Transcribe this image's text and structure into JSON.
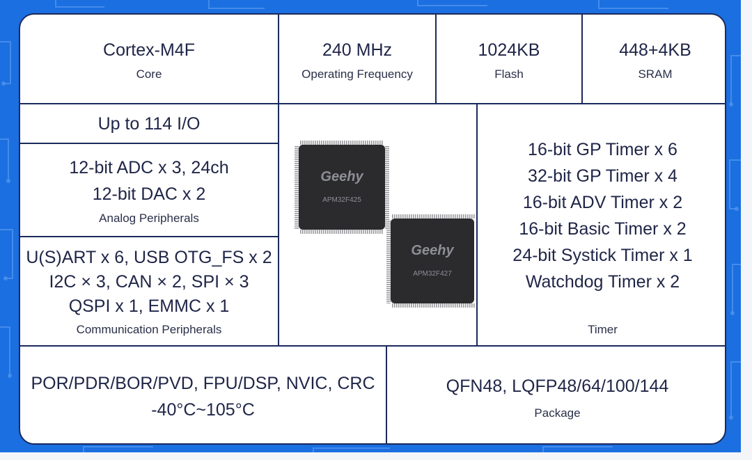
{
  "core": {
    "value": "Cortex-M4F",
    "label": "Core"
  },
  "frequency": {
    "value": "240 MHz",
    "label": "Operating Frequency"
  },
  "flash": {
    "value": "1024KB",
    "label": "Flash"
  },
  "sram": {
    "value": "448+4KB",
    "label": "SRAM"
  },
  "io": {
    "value": "Up to 114 I/O"
  },
  "analog": {
    "lines": [
      "12-bit ADC x 3, 24ch",
      "12-bit DAC x 2"
    ],
    "label": "Analog Peripherals"
  },
  "communication": {
    "lines": [
      "U(S)ART x 6, USB OTG_FS x 2",
      "I2C × 3, CAN × 2, SPI × 3",
      "QSPI x 1, EMMC x 1"
    ],
    "label": "Communication Peripherals"
  },
  "chips": [
    {
      "brand": "Geehy",
      "model": "APM32F425"
    },
    {
      "brand": "Geehy",
      "model": "APM32F427"
    }
  ],
  "timer": {
    "lines": [
      "16-bit  GP Timer  x 6",
      "32-bit  GP Timer  x 4",
      "16-bit  ADV Timer  x 2",
      "16-bit  Basic Timer  x 2",
      "24-bit Systick Timer x 1",
      "Watchdog Timer x 2"
    ],
    "label": "Timer"
  },
  "system": {
    "lines": [
      "POR/PDR/BOR/PVD, FPU/DSP, NVIC, CRC",
      "-40°C~105°C"
    ]
  },
  "package": {
    "value": "QFN48, LQFP48/64/100/144",
    "label": "Package"
  },
  "colors": {
    "background": "#1b6fe0",
    "border": "#1b2a5c",
    "text": "#1f2547",
    "chip": "#2b2b2e"
  }
}
